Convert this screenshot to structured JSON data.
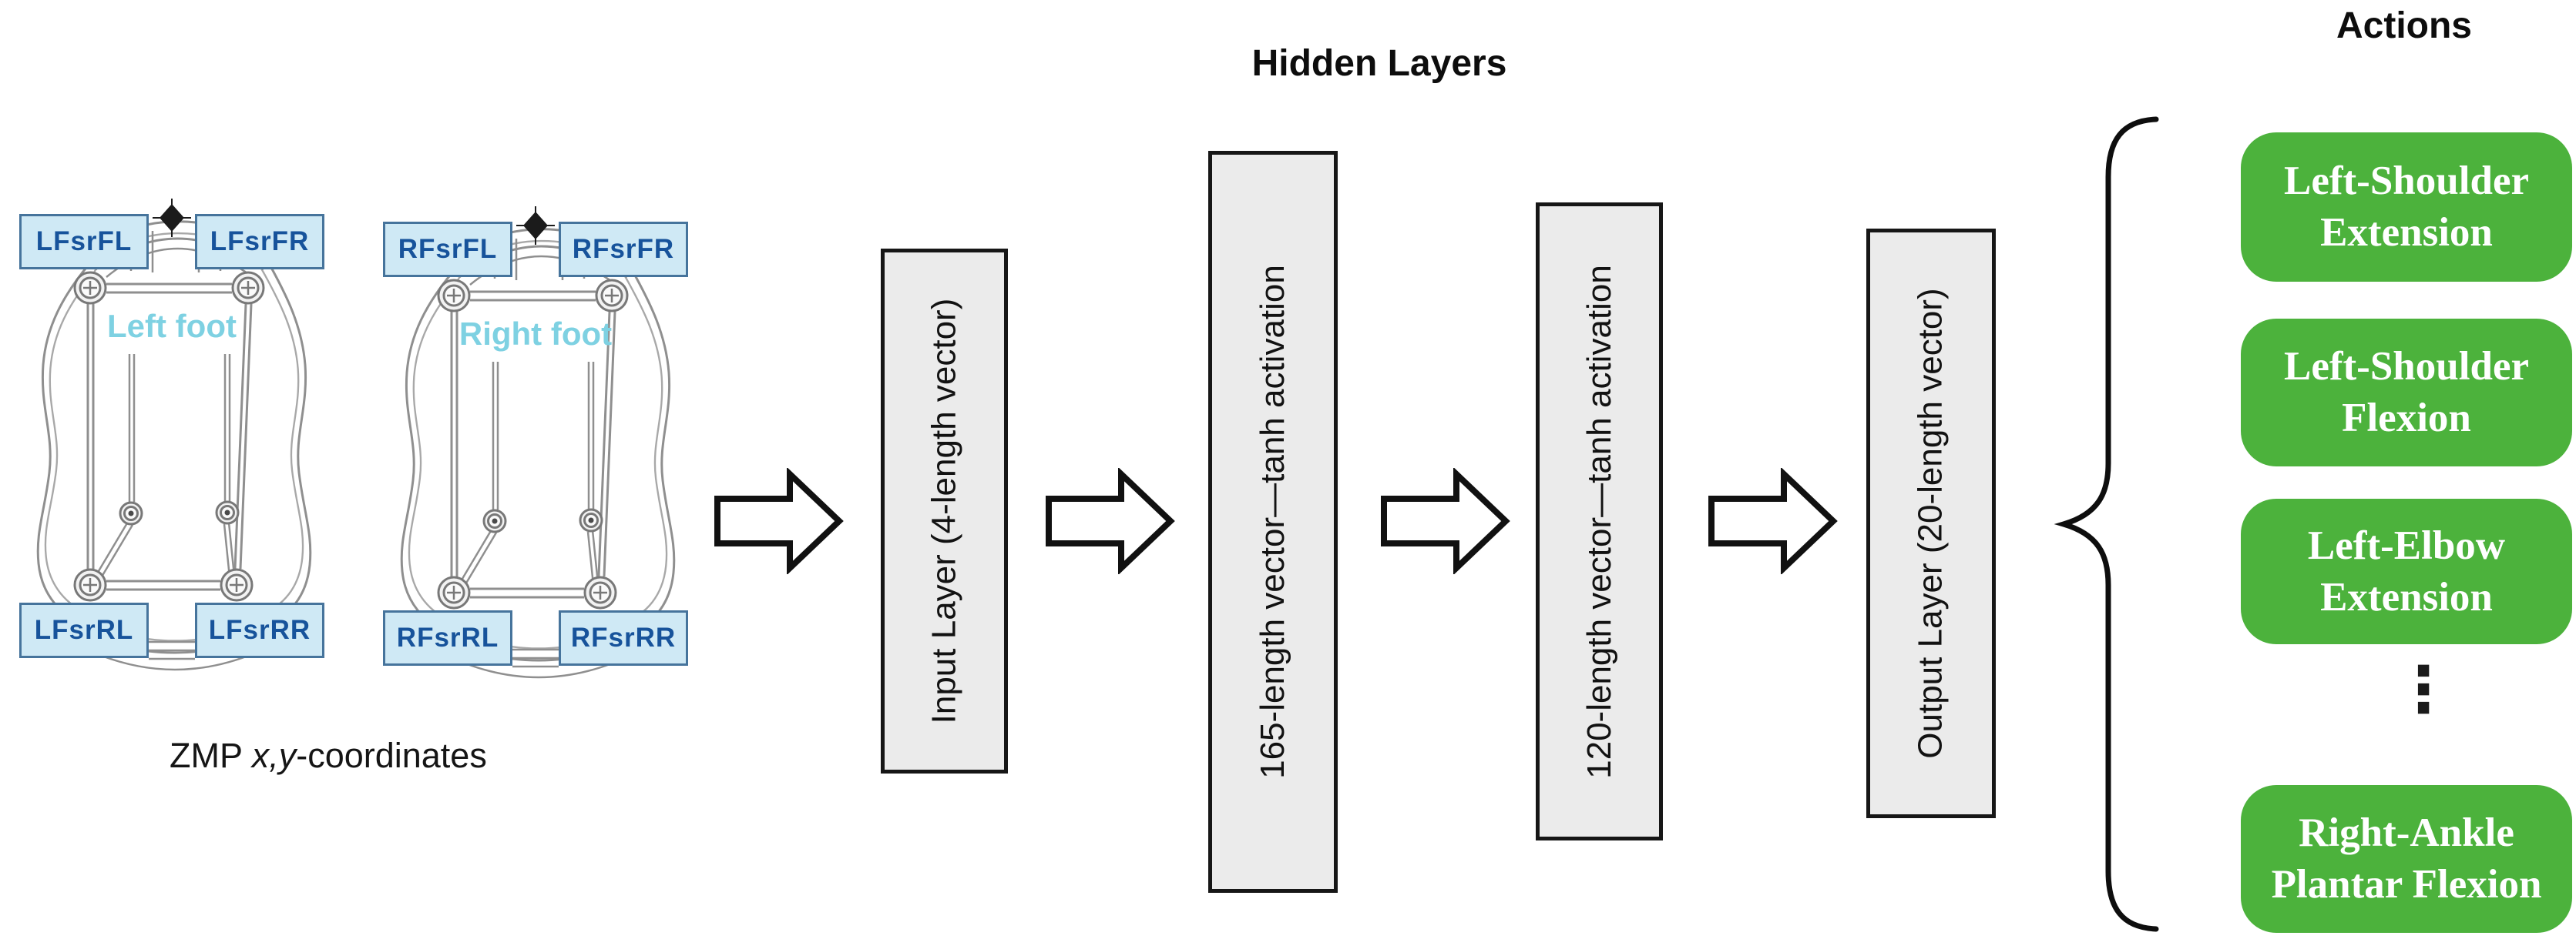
{
  "headers": {
    "hidden_layers": "Hidden Layers",
    "actions": "Actions"
  },
  "zmp_caption": {
    "prefix": "ZMP ",
    "italic": "x,y",
    "suffix": "-coordinates"
  },
  "feet": {
    "left": {
      "caption": "Left foot",
      "sensors": {
        "front_left": "LFsrFL",
        "front_right": "LFsrFR",
        "rear_left": "LFsrRL",
        "rear_right": "LFsrRR"
      }
    },
    "right": {
      "caption": "Right foot",
      "sensors": {
        "front_left": "RFsrFL",
        "front_right": "RFsrFR",
        "rear_left": "RFsrRL",
        "rear_right": "RFsrRR"
      }
    }
  },
  "layers": [
    {
      "label": "Input Layer (4-length vector)"
    },
    {
      "label": "165-length vector—tanh activation"
    },
    {
      "label": "120-length vector—tanh activation"
    },
    {
      "label": "Output Layer (20-length vector)"
    }
  ],
  "actions": {
    "ellipsis": "⋮",
    "items": [
      {
        "label": "Left-Shoulder Extension"
      },
      {
        "label": "Left-Shoulder Flexion"
      },
      {
        "label": "Left-Elbow Extension"
      },
      {
        "label": "Right-Ankle Plantar Flexion"
      }
    ]
  },
  "colors": {
    "action-green": "#4cb23c",
    "sensor-fill": "#cfe9f5",
    "sensor-border": "#46749c",
    "sensor-text": "#17539b",
    "layer-fill": "#ebebeb",
    "foot-caption": "#7ed1e2"
  }
}
